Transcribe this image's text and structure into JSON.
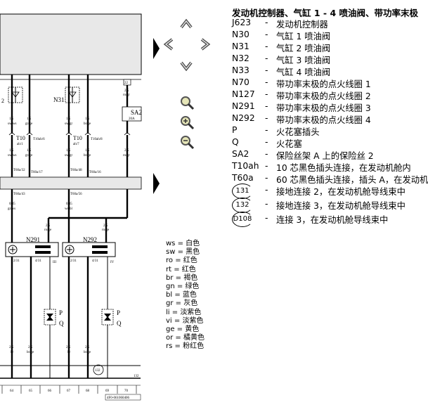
{
  "legend": {
    "title": "发动机控制器、气缸 1 - 4 喷油阀、带功率末极",
    "items": [
      {
        "code": "J623",
        "desc": "发动机控制器"
      },
      {
        "code": "N30",
        "desc": "气缸 1 喷油阀"
      },
      {
        "code": "N31",
        "desc": "气缸 2 喷油阀"
      },
      {
        "code": "N32",
        "desc": "气缸 3 喷油阀"
      },
      {
        "code": "N33",
        "desc": "气缸 4 喷油阀"
      },
      {
        "code": "N70",
        "desc": "带功率末极的点火线圈 1"
      },
      {
        "code": "N127",
        "desc": "带功率末极的点火线圈 2"
      },
      {
        "code": "N291",
        "desc": "带功率末极的点火线圈 3"
      },
      {
        "code": "N292",
        "desc": "带功率末极的点火线圈 4"
      },
      {
        "code": "P",
        "desc": "火花塞插头"
      },
      {
        "code": "Q",
        "desc": "火花塞"
      },
      {
        "code": "SA2",
        "desc": "保险丝架 A 上的保险丝 2"
      },
      {
        "code": "T10ah",
        "desc": "10 芯黑色插头连接，在发动机舱内"
      },
      {
        "code": "T60a",
        "desc": "60 芯黑色插头连接，插头 A，在发动机"
      }
    ],
    "circled": [
      {
        "code": "131",
        "desc": "接地连接 2，在发动机舱导线束中"
      },
      {
        "code": "132",
        "desc": "接地连接 3，在发动机舱导线束中"
      },
      {
        "code": "D108",
        "desc": "连接 3，在发动机舱导线束中"
      }
    ],
    "dash": "-"
  },
  "colors": [
    {
      "abbr": "ws",
      "name": "白色"
    },
    {
      "abbr": "sw",
      "name": "黑色"
    },
    {
      "abbr": "ro",
      "name": "红色"
    },
    {
      "abbr": "rt",
      "name": "红色"
    },
    {
      "abbr": "br",
      "name": "褐色"
    },
    {
      "abbr": "gn",
      "name": "绿色"
    },
    {
      "abbr": "bl",
      "name": "蓝色"
    },
    {
      "abbr": "gr",
      "name": "灰色"
    },
    {
      "abbr": "li",
      "name": "淡紫色"
    },
    {
      "abbr": "vi",
      "name": "淡紫色"
    },
    {
      "abbr": "ge",
      "name": "黄色"
    },
    {
      "abbr": "or",
      "name": "橘黄色"
    },
    {
      "abbr": "rs",
      "name": "粉红色"
    }
  ],
  "diagram": {
    "n31": "N31",
    "n291": "N291",
    "n292": "N292",
    "sa": "SA2",
    "sa_amp": "20A",
    "p": "P",
    "q": "Q",
    "ground": "132",
    "ground_line": "132",
    "doc_id": "4F0-061060406",
    "t10_a": "T10",
    "t10_a_sub": "ah/1",
    "t10_b": "T10ah/6",
    "t10_c": "T10",
    "t10_c_sub": "ah/7",
    "t10_d": "T10ah/8",
    "t60_a": "T60a/32",
    "t60_b": "T60a/17",
    "t60_c": "T60a/48",
    "t60_d": "T60a/16",
    "t60_e": "T60a/43",
    "t60_f": "T60a/56",
    "wire_a": "0,35",
    "wire_a_col": "gr/ws",
    "wire_b": "0,35",
    "wire_b_col": "ws/bl",
    "top_wire": "2,5",
    "top_wire_col": "ro/gr",
    "box_22": "22",
    "bottom_nums": [
      "64",
      "65",
      "66",
      "67",
      "68",
      "69",
      "70"
    ]
  },
  "icons": {
    "nav": [
      "nav-up-icon",
      "nav-left-icon",
      "nav-right-icon",
      "nav-down-icon"
    ],
    "zoom": [
      "zoom-icon",
      "zoom-in-icon",
      "zoom-out-icon"
    ]
  }
}
